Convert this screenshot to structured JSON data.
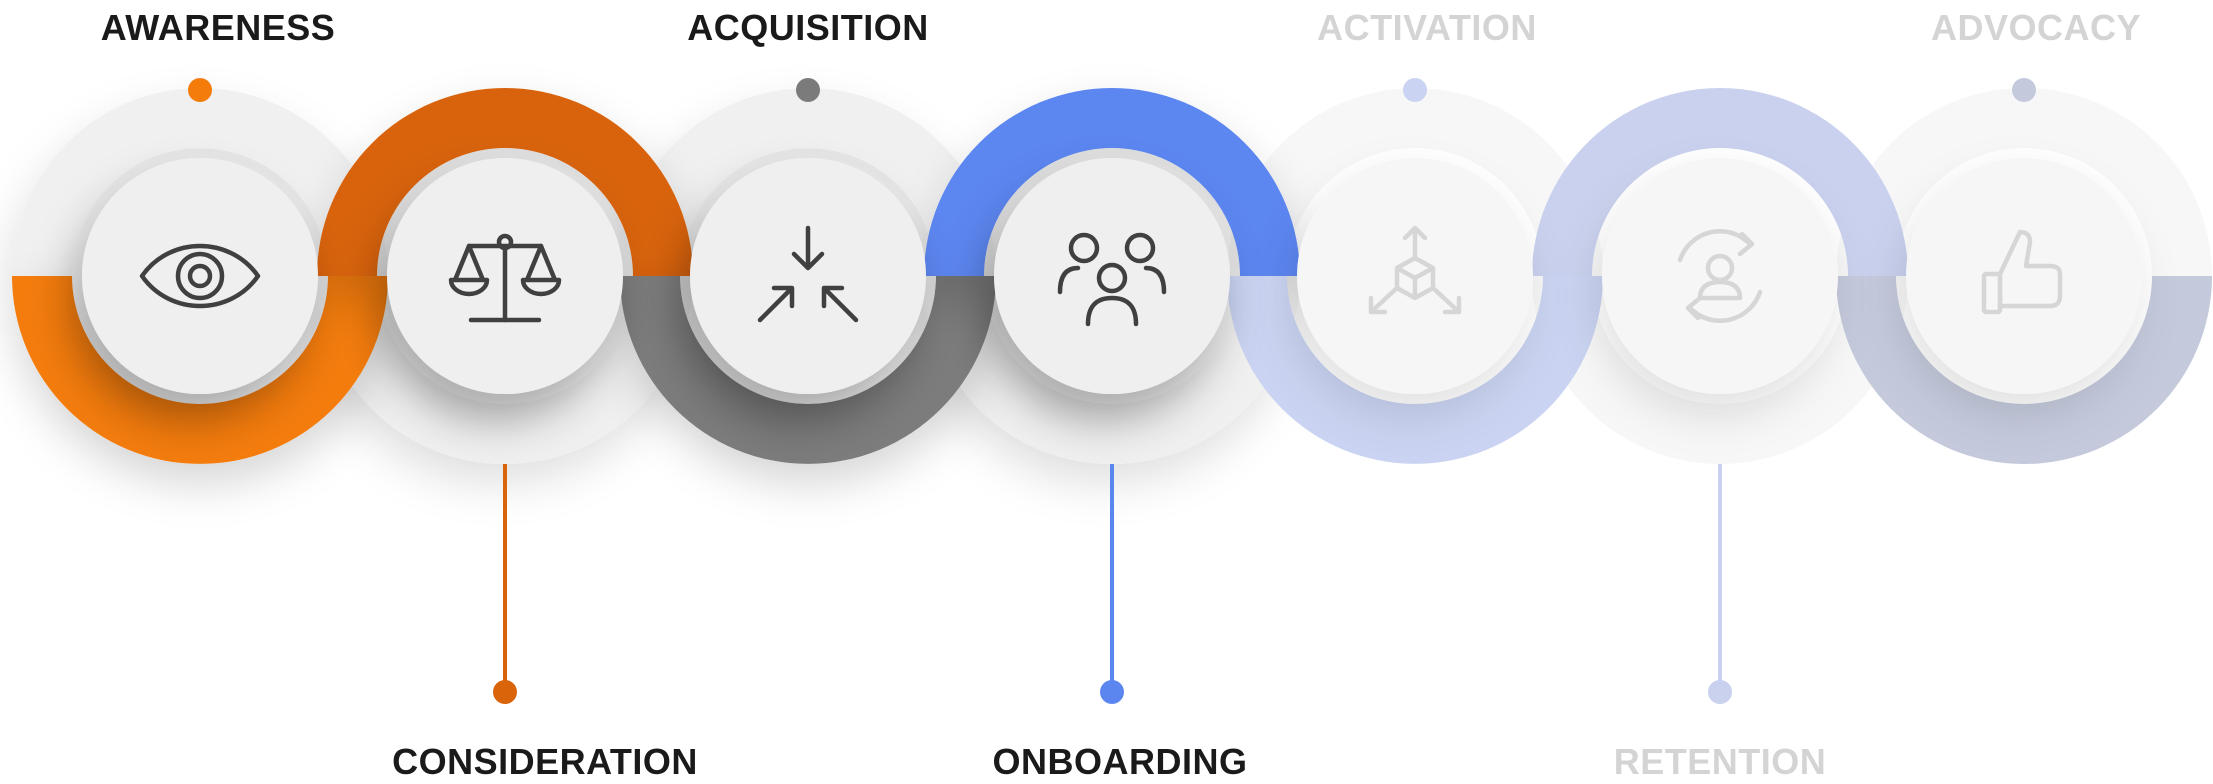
{
  "stages": [
    {
      "name": "AWARENESS",
      "icon": "eye-icon",
      "color": "#F47C0B",
      "text_color": "#1a1a1a",
      "position": "top",
      "active": true
    },
    {
      "name": "CONSIDERATION",
      "icon": "balance-scale-icon",
      "color": "#D9640A",
      "text_color": "#1a1a1a",
      "position": "bottom",
      "active": true
    },
    {
      "name": "ACQUISITION",
      "icon": "converge-arrows-icon",
      "color": "#7B7B7B",
      "text_color": "#1a1a1a",
      "position": "top",
      "active": true
    },
    {
      "name": "ONBOARDING",
      "icon": "people-group-icon",
      "color": "#5B86F0",
      "text_color": "#1a1a1a",
      "position": "bottom",
      "active": true
    },
    {
      "name": "ACTIVATION",
      "icon": "cube-network-icon",
      "color": "#CAD4F2",
      "text_color": "#d4d4d4",
      "position": "top",
      "active": false
    },
    {
      "name": "RETENTION",
      "icon": "user-cycle-icon",
      "color": "#C9D1EE",
      "text_color": "#d4d4d4",
      "position": "bottom",
      "active": false
    },
    {
      "name": "ADVOCACY",
      "icon": "thumbs-up-icon",
      "color": "#C4CADC",
      "text_color": "#d4d4d4",
      "position": "top",
      "active": false
    }
  ]
}
